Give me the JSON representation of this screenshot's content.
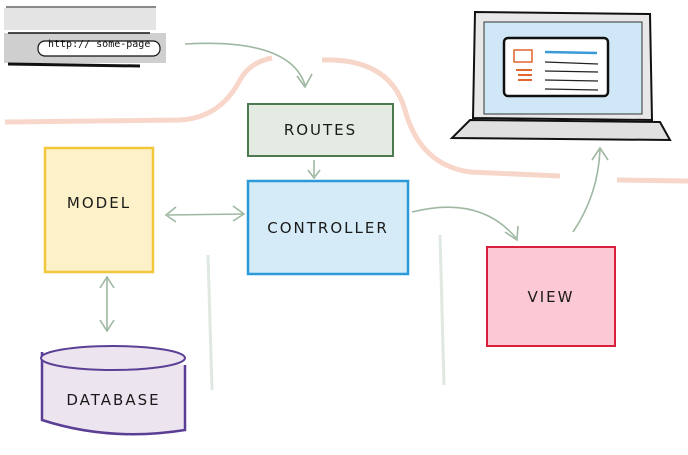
{
  "diagram": {
    "title": "MVC request flow",
    "browser": {
      "url": "http:// some-page"
    },
    "nodes": {
      "routes": {
        "label": "ROUTES",
        "fill": "#e3ebe3",
        "stroke": "#4f7a4f"
      },
      "controller": {
        "label": "CONTROLLER",
        "fill": "#d6ebf8",
        "stroke": "#2a9ad8"
      },
      "model": {
        "label": "MODEL",
        "fill": "#fdf1c9",
        "stroke": "#f2c73a"
      },
      "view": {
        "label": "VIEW",
        "fill": "#fbc8d3",
        "stroke": "#d8203c"
      },
      "database": {
        "label": "DATABASE",
        "fill": "#ece4ef",
        "stroke": "#5b3f95"
      }
    },
    "edges": [
      {
        "from": "browser",
        "to": "routes"
      },
      {
        "from": "routes",
        "to": "controller"
      },
      {
        "from": "controller",
        "to": "model",
        "bidirectional": true
      },
      {
        "from": "model",
        "to": "database",
        "bidirectional": true
      },
      {
        "from": "controller",
        "to": "view"
      },
      {
        "from": "view",
        "to": "laptop"
      }
    ],
    "colors": {
      "arrow": "#9fb8a2",
      "flow": "#f6cdbd"
    }
  }
}
